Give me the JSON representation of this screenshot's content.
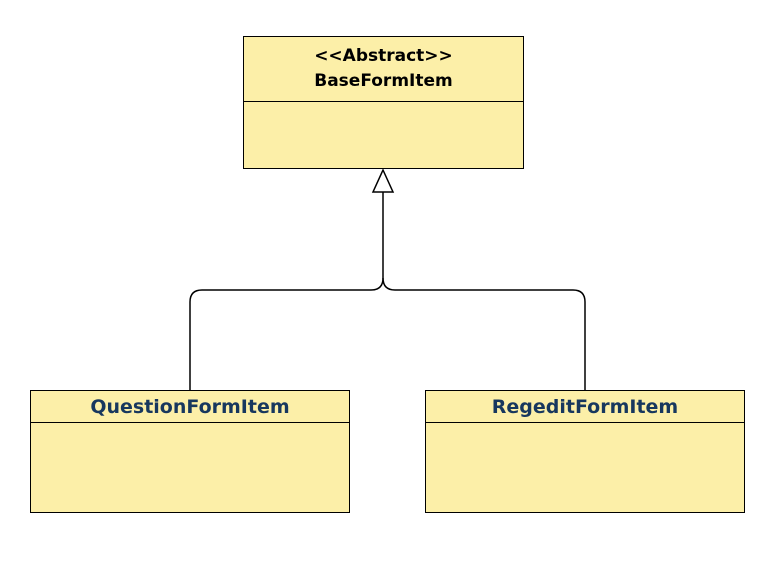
{
  "diagram": {
    "type": "uml-class-inheritance",
    "parent": {
      "stereotype": "<<Abstract>>",
      "name": "BaseFormItem",
      "attributes": []
    },
    "children": [
      {
        "name": "QuestionFormItem",
        "attributes": []
      },
      {
        "name": "RegeditFormItem",
        "attributes": []
      }
    ],
    "relationships": [
      {
        "type": "generalization",
        "from": "QuestionFormItem",
        "to": "BaseFormItem"
      },
      {
        "type": "generalization",
        "from": "RegeditFormItem",
        "to": "BaseFormItem"
      }
    ],
    "colors": {
      "box_fill": "#fcefa8",
      "box_border": "#000000",
      "parent_title": "#000000",
      "child_title": "#17375e",
      "connector": "#000000",
      "background": "#ffffff"
    }
  }
}
